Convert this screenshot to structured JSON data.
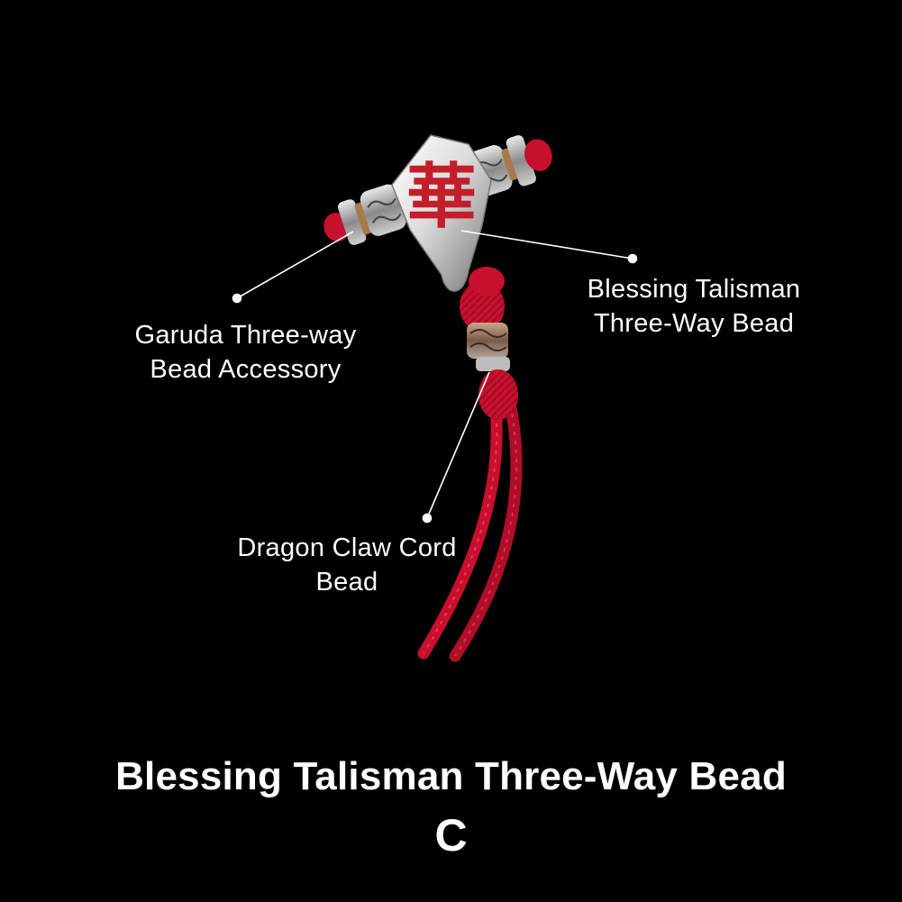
{
  "product": {
    "title": "Blessing Talisman Three-Way Bead",
    "variant": "C"
  },
  "callouts": [
    {
      "id": "garuda",
      "text": "Garuda Three-way\nBead Accessory"
    },
    {
      "id": "blessing",
      "text": "Blessing Talisman\nThree-Way Bead"
    },
    {
      "id": "dragon",
      "text": "Dragon Claw Cord\nBead"
    }
  ],
  "colors": {
    "background": "#000000",
    "text": "#ffffff",
    "cord": "#c8102e",
    "silver": "#d9d9d9",
    "glyph": "#c41e2a"
  },
  "glyph_char": "華"
}
